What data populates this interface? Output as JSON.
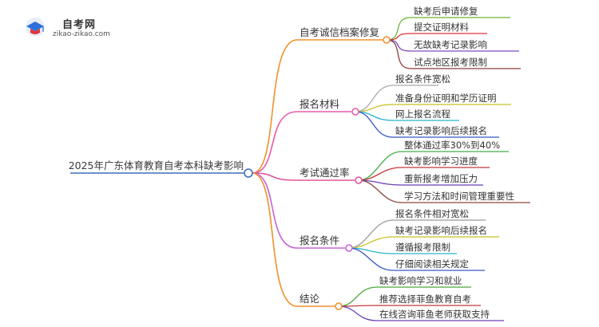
{
  "logo": {
    "title": "自考网",
    "url": "zikao-zikao.com"
  },
  "mindmap": {
    "root": "2025年广东体育教育自考本科缺考影响",
    "branches": [
      {
        "label": "自考诚信档案修复",
        "color": "#f0902a",
        "children": [
          {
            "label": "缺考后申请修复",
            "color": "#6bb536"
          },
          {
            "label": "提交证明材料",
            "color": "#d9363e"
          },
          {
            "label": "无故缺考记录影响",
            "color": "#7c4dc4"
          },
          {
            "label": "试点地区报考限制",
            "color": "#8b3b3b"
          }
        ]
      },
      {
        "label": "报名材料",
        "color": "#e85aa8",
        "children": [
          {
            "label": "报名条件宽松",
            "color": "#aaaaaa"
          },
          {
            "label": "准备身份证明和学历证明",
            "color": "#c8c020"
          },
          {
            "label": "网上报名流程",
            "color": "#29b3c9"
          },
          {
            "label": "缺考记录影响后续报名",
            "color": "#3557c4"
          }
        ]
      },
      {
        "label": "考试通过率",
        "color": "#e0559a",
        "children": [
          {
            "label": "整体通过率30%到40%",
            "color": "#45ad48"
          },
          {
            "label": "缺考影响学习进度",
            "color": "#c43838"
          },
          {
            "label": "重新报考增加压力",
            "color": "#6a3fb3"
          },
          {
            "label": "学习方法和时间管理重要性",
            "color": "#8a4a3a"
          }
        ]
      },
      {
        "label": "报名条件",
        "color": "#c863d6",
        "children": [
          {
            "label": "报名条件相对宽松",
            "color": "#9a9a9a"
          },
          {
            "label": "缺考记录影响后续报名",
            "color": "#c8c020"
          },
          {
            "label": "遵循报考限制",
            "color": "#29b3c9"
          },
          {
            "label": "仔细阅读相关规定",
            "color": "#3557c4"
          }
        ]
      },
      {
        "label": "结论",
        "color": "#f0902a",
        "children": [
          {
            "label": "缺考影响学习和就业",
            "color": "#4aa63a"
          },
          {
            "label": "推荐选择菲鱼教育自考",
            "color": "#c43838"
          },
          {
            "label": "在线咨询菲鱼老师获取支持",
            "color": "#6a3fb3"
          }
        ]
      }
    ]
  }
}
